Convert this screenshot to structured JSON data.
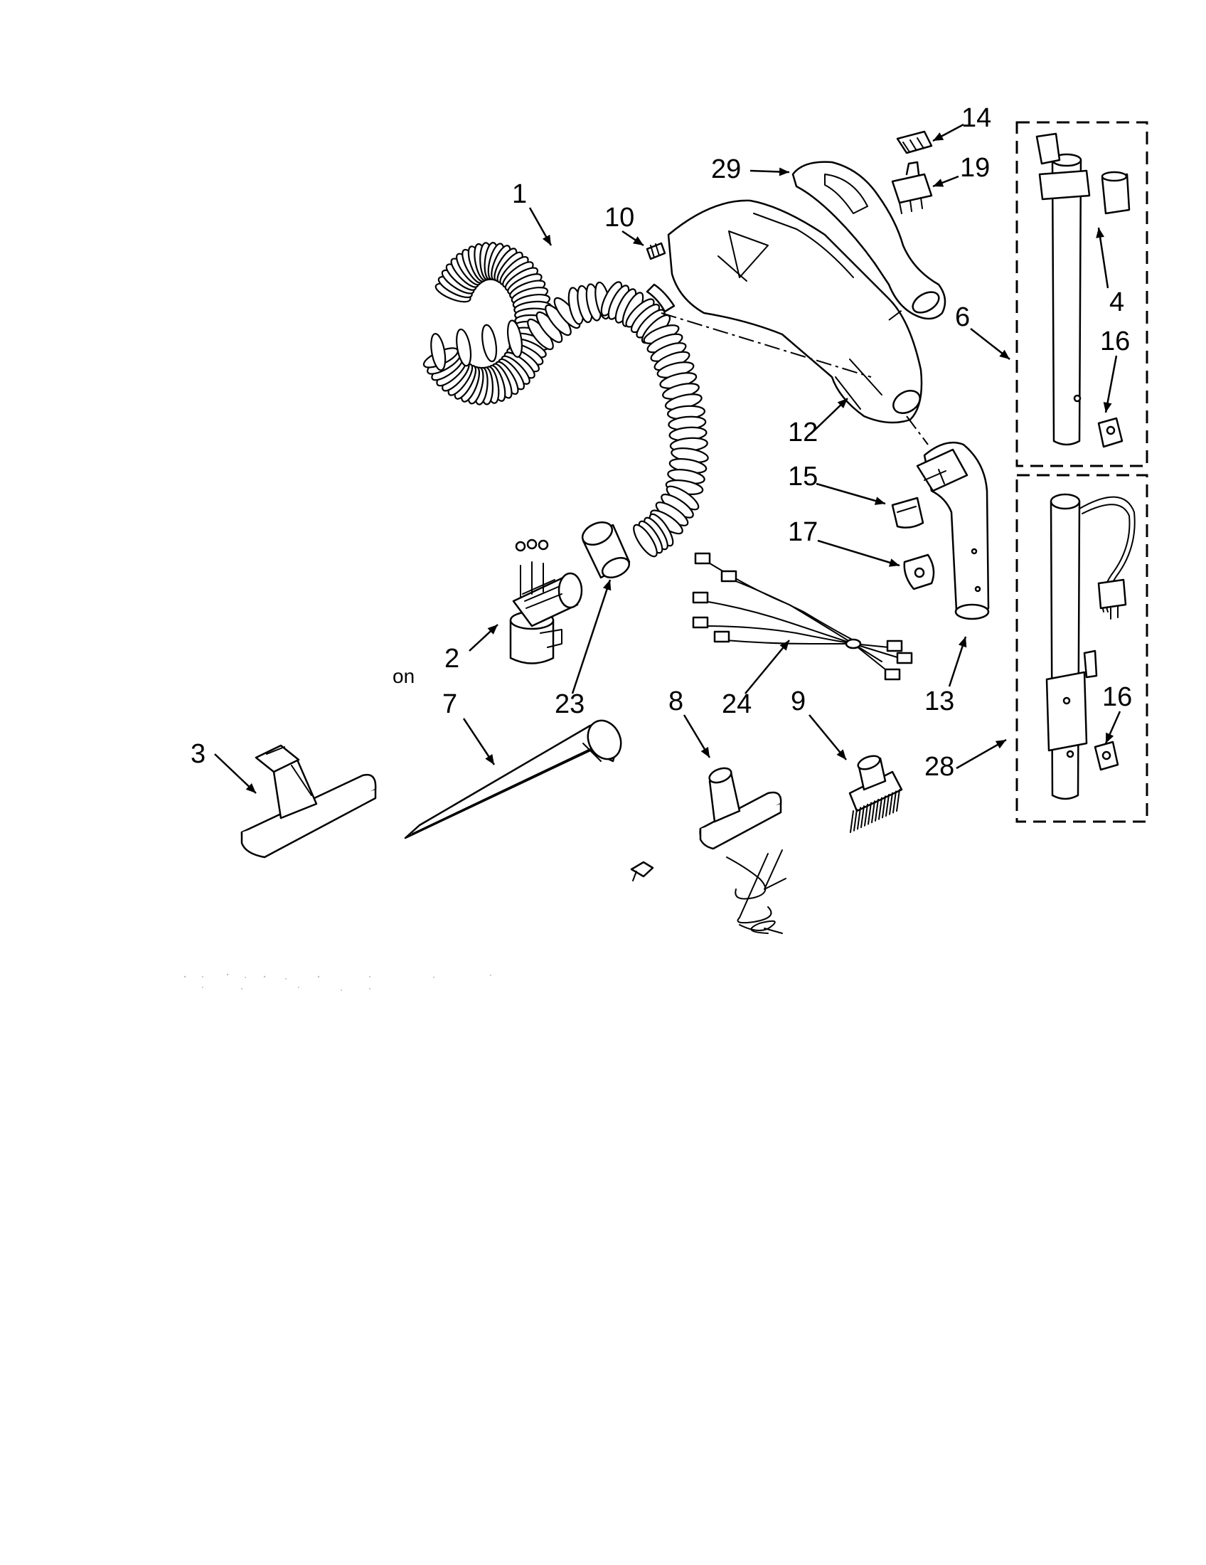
{
  "diagram": {
    "callouts": [
      {
        "id": "c1",
        "label": "1"
      },
      {
        "id": "c2",
        "label": "2"
      },
      {
        "id": "c3",
        "label": "3"
      },
      {
        "id": "c4",
        "label": "4"
      },
      {
        "id": "c6",
        "label": "6"
      },
      {
        "id": "c7",
        "label": "7"
      },
      {
        "id": "c8",
        "label": "8"
      },
      {
        "id": "c9",
        "label": "9"
      },
      {
        "id": "c10",
        "label": "10"
      },
      {
        "id": "c12",
        "label": "12"
      },
      {
        "id": "c13",
        "label": "13"
      },
      {
        "id": "c14",
        "label": "14"
      },
      {
        "id": "c15",
        "label": "15"
      },
      {
        "id": "c16a",
        "label": "16"
      },
      {
        "id": "c16b",
        "label": "16"
      },
      {
        "id": "c17",
        "label": "17"
      },
      {
        "id": "c19",
        "label": "19"
      },
      {
        "id": "c23",
        "label": "23"
      },
      {
        "id": "c24",
        "label": "24"
      },
      {
        "id": "c28",
        "label": "28"
      },
      {
        "id": "c29",
        "label": "29"
      }
    ],
    "stray_text": "on"
  },
  "colors": {
    "ink": "#000000",
    "paper": "#ffffff"
  }
}
